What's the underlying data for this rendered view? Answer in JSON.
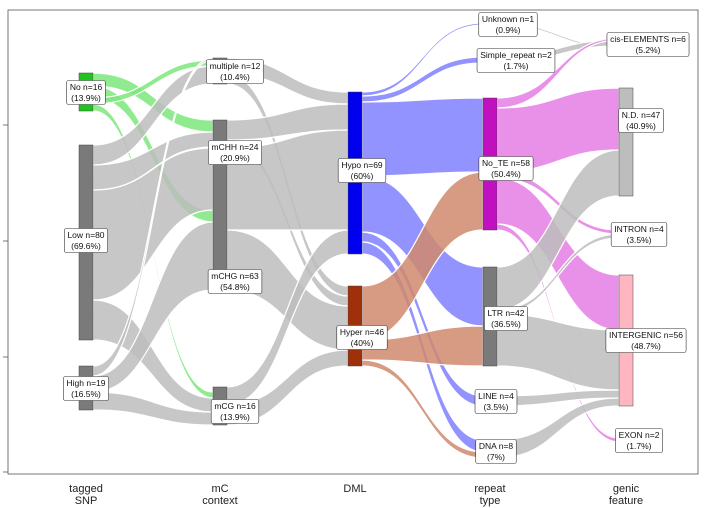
{
  "axes": [
    {
      "line1": "tagged",
      "line2": "SNP"
    },
    {
      "line1": "mC",
      "line2": "context"
    },
    {
      "line1": "DML",
      "line2": ""
    },
    {
      "line1": "repeat",
      "line2": "type"
    },
    {
      "line1": "genic",
      "line2": "feature"
    }
  ],
  "nodes": {
    "no": {
      "name": "No n=16",
      "pct": "(13.9%)",
      "color": "#1fc41f"
    },
    "low": {
      "name": "Low n=80",
      "pct": "(69.6%)",
      "color": "#7a7a7a"
    },
    "high": {
      "name": "High n=19",
      "pct": "(16.5%)",
      "color": "#7a7a7a"
    },
    "multiple": {
      "name": "multiple n=12",
      "pct": "(10.4%)",
      "color": "#7a7a7a"
    },
    "mchh": {
      "name": "mCHH n=24",
      "pct": "(20.9%)",
      "color": "#7a7a7a"
    },
    "mchg": {
      "name": "mCHG n=63",
      "pct": "(54.8%)",
      "color": "#7a7a7a"
    },
    "mcg": {
      "name": "mCG n=16",
      "pct": "(13.9%)",
      "color": "#7a7a7a"
    },
    "hypo": {
      "name": "Hypo n=69",
      "pct": "(60%)",
      "color": "#0000ee"
    },
    "hyper": {
      "name": "Hyper n=46",
      "pct": "(40%)",
      "color": "#a0300a"
    },
    "unknown": {
      "name": "Unknown n=1",
      "pct": "(0.9%)",
      "color": "#7a7a7a"
    },
    "simple": {
      "name": "Simple_repeat n=2",
      "pct": "(1.7%)",
      "color": "#7a7a7a"
    },
    "note": {
      "name": "No_TE n=58",
      "pct": "(50.4%)",
      "color": "#c010c0"
    },
    "ltr": {
      "name": "LTR n=42",
      "pct": "(36.5%)",
      "color": "#7a7a7a"
    },
    "line": {
      "name": "LINE n=4",
      "pct": "(3.5%)",
      "color": "#7a7a7a"
    },
    "dna": {
      "name": "DNA n=8",
      "pct": "(7%)",
      "color": "#7a7a7a"
    },
    "cis": {
      "name": "cis-ELEMENTS n=6",
      "pct": "(5.2%)",
      "color": "#7a7a7a"
    },
    "nd": {
      "name": "N.D. n=47",
      "pct": "(40.9%)",
      "color": "#bdbdbd"
    },
    "intron": {
      "name": "INTRON n=4",
      "pct": "(3.5%)",
      "color": "#7a7a7a"
    },
    "intergenic": {
      "name": "INTERGENIC n=56",
      "pct": "(48.7%)",
      "color": "#ffb6c1"
    },
    "exon": {
      "name": "EXON n=2",
      "pct": "(1.7%)",
      "color": "#7a7a7a"
    }
  },
  "colors": {
    "gray_flow": "#bdbdbd",
    "no_flow": "#7de87d",
    "hypo_flow": "#8080ff",
    "hyper_flow": "#d08a6e",
    "note_flow": "#e57ee5",
    "background": "#ffffff",
    "frame": "#555555"
  }
}
